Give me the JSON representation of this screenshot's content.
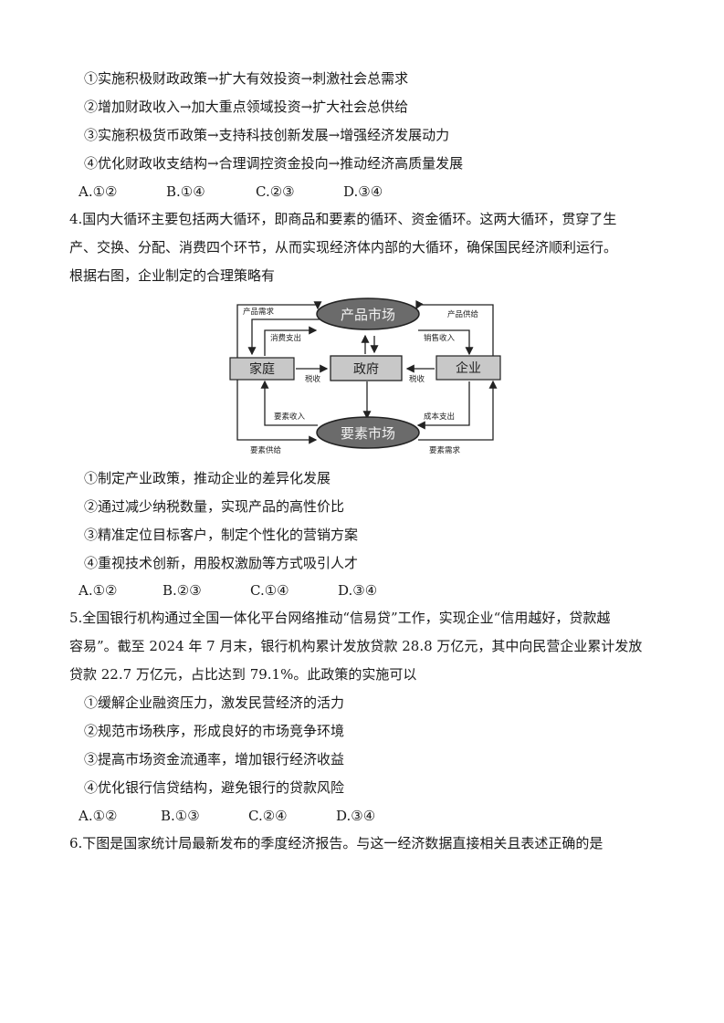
{
  "q3_options": [
    "①实施积极财政政策→扩大有效投资→刺激社会总需求",
    "②增加财政收入→加大重点领域投资→扩大社会总供给",
    "③实施积极货币政策→支持科技创新发展→增强经济发展动力",
    "④优化财政收支结构→合理调控资金投向→推动经济高质量发展"
  ],
  "q3_answers": [
    "A.①②",
    "B.①④",
    "C.②③",
    "D.③④"
  ],
  "q4_stem": [
    "4.国内大循环主要包括两大循环，即商品和要素的循环、资金循环。这两大循环，贯穿了生",
    "产、交换、分配、消费四个环节，从而实现经济体内部的大循环，确保国民经济顺利运行。",
    "根据右图，企业制定的合理策略有"
  ],
  "diagram": {
    "product_market": "产品市场",
    "factor_market": "要素市场",
    "household": "家庭",
    "government": "政府",
    "enterprise": "企业",
    "product_demand": "产品需求",
    "consumption_spending": "消费支出",
    "sales_revenue": "销售收入",
    "product_supply": "产品供给",
    "tax_left": "税收",
    "tax_right": "税收",
    "factor_income": "要素收入",
    "cost_spending": "成本支出",
    "factor_supply": "要素供给",
    "factor_demand": "要素需求"
  },
  "q4_options": [
    "①制定产业政策，推动企业的差异化发展",
    "②通过减少纳税数量，实现产品的高性价比",
    "③精准定位目标客户，制定个性化的营销方案",
    "④重视技术创新，用股权激励等方式吸引人才"
  ],
  "q4_answers": [
    "A.①②",
    "B.②③",
    "C.①④",
    "D.③④"
  ],
  "q5_stem": [
    "5.全国银行机构通过全国一体化平台网络推动“信易贷”工作，实现企业“信用越好，贷款越",
    "容易”。截至 2024 年 7 月末，银行机构累计发放贷款 28.8 万亿元，其中向民营企业累计发放",
    "贷款 22.7 万亿元，占比达到 79.1%。此政策的实施可以"
  ],
  "q5_options": [
    "①缓解企业融资压力，激发民营经济的活力",
    "②规范市场秩序，形成良好的市场竞争环境",
    "③提高市场资金流通率，增加银行经济收益",
    "④优化银行信贷结构，避免银行的贷款风险"
  ],
  "q5_answers": [
    "A.①②",
    "B.①③",
    "C.②④",
    "D.③④"
  ],
  "q6_stem": "6.下图是国家统计局最新发布的季度经济报告。与这一经济数据直接相关且表述正确的是"
}
